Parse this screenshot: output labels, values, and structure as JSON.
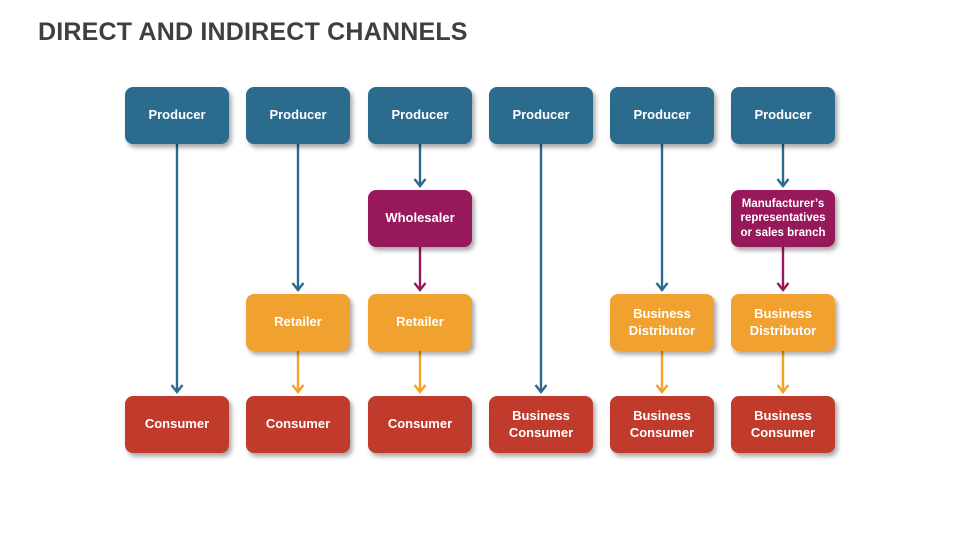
{
  "title": "DIRECT AND INDIRECT CHANNELS",
  "colors": {
    "title_text": "#3f3f3f",
    "producer_blue": "#2b6b8e",
    "wholesaler_magenta": "#98195b",
    "retailer_orange": "#f0a12f",
    "consumer_red": "#c03b2c",
    "arrow_blue": "#2b6b8e",
    "arrow_magenta": "#98195b",
    "arrow_orange": "#f5a328"
  },
  "nodes": {
    "producer": "Producer",
    "wholesaler": "Wholesaler",
    "manufacturers_reps": "Manufacturer’s representatives or sales branch",
    "retailer": "Retailer",
    "business_distributor": "Business Distributor",
    "consumer": "Consumer",
    "business_consumer": "Business Consumer"
  },
  "diagram": {
    "columns": [
      {
        "chain": [
          "Producer",
          "Consumer"
        ]
      },
      {
        "chain": [
          "Producer",
          "Retailer",
          "Consumer"
        ]
      },
      {
        "chain": [
          "Producer",
          "Wholesaler",
          "Retailer",
          "Consumer"
        ]
      },
      {
        "chain": [
          "Producer",
          "Business Consumer"
        ]
      },
      {
        "chain": [
          "Producer",
          "Business Distributor",
          "Business Consumer"
        ]
      },
      {
        "chain": [
          "Producer",
          "Manufacturer’s representatives or sales branch",
          "Business Distributor",
          "Business Consumer"
        ]
      }
    ],
    "arrows": [
      {
        "col": 1,
        "from": 1,
        "to": 4,
        "color": "blue"
      },
      {
        "col": 2,
        "from": 1,
        "to": 3,
        "color": "blue"
      },
      {
        "col": 2,
        "from": 3,
        "to": 4,
        "color": "orange"
      },
      {
        "col": 3,
        "from": 1,
        "to": 2,
        "color": "blue"
      },
      {
        "col": 3,
        "from": 2,
        "to": 3,
        "color": "magenta"
      },
      {
        "col": 3,
        "from": 3,
        "to": 4,
        "color": "orange"
      },
      {
        "col": 4,
        "from": 1,
        "to": 4,
        "color": "blue"
      },
      {
        "col": 5,
        "from": 1,
        "to": 3,
        "color": "blue"
      },
      {
        "col": 5,
        "from": 3,
        "to": 4,
        "color": "orange"
      },
      {
        "col": 6,
        "from": 1,
        "to": 2,
        "color": "blue"
      },
      {
        "col": 6,
        "from": 2,
        "to": 3,
        "color": "magenta"
      },
      {
        "col": 6,
        "from": 3,
        "to": 4,
        "color": "orange"
      }
    ]
  }
}
